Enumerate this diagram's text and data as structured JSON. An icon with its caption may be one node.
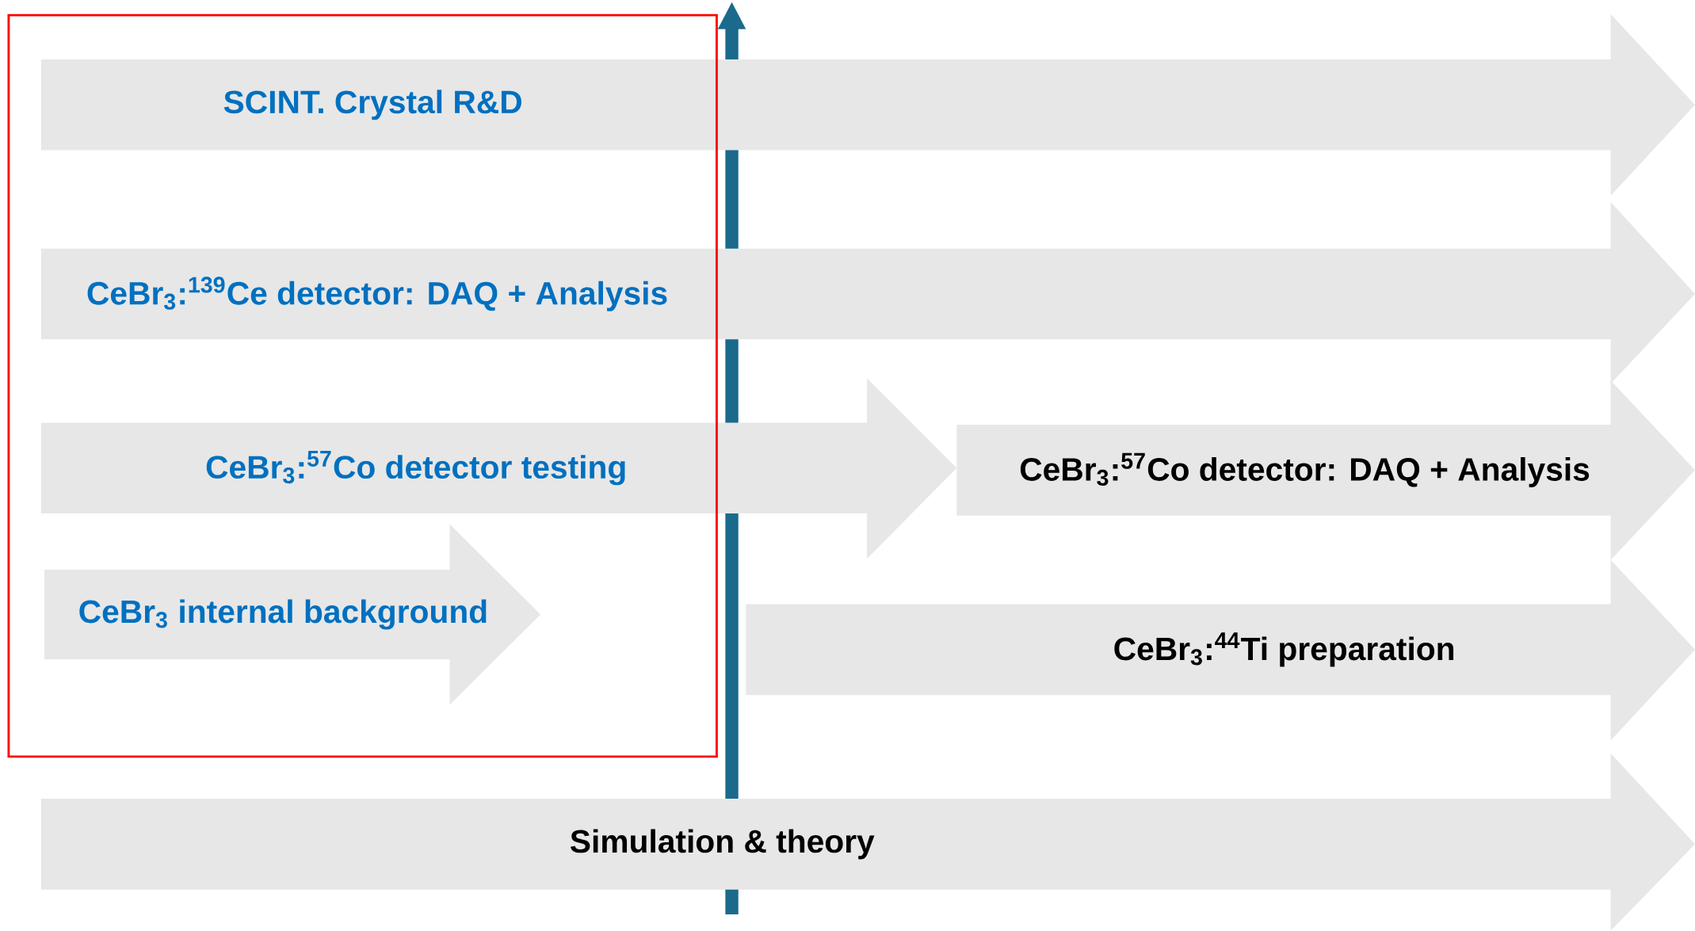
{
  "diagram": {
    "nodes": [
      {
        "text": [
          "SCINT. Crystal R&D"
        ]
      },
      {
        "text": [
          "CeBr$_{3}$:$^{139}$Ce detector: DAQ + Analysis"
        ]
      },
      {
        "text": [
          "CeBr$_{3}$:$^{57}$Co detector testing"
        ]
      },
      {
        "text": [
          "CeBr$_{3}$:$^{57}$Co detector: DAQ + Analysis"
        ]
      },
      {
        "text": [
          "CeBr$_{3}$ internal background"
        ]
      },
      {
        "text": [
          "CeBr$_{3}$:$^{44}$Ti preparation"
        ]
      },
      {
        "text": [
          "Simulation & theory"
        ]
      }
    ]
  }
}
